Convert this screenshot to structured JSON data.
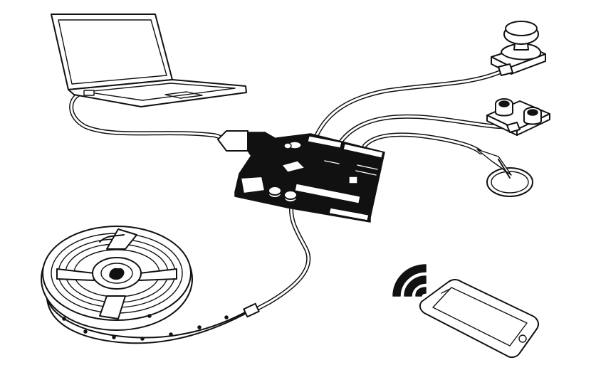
{
  "diagram": {
    "components": [
      {
        "id": "laptop",
        "icon": "laptop-icon"
      },
      {
        "id": "microcontroller-board",
        "icon": "circuit-board-icon"
      },
      {
        "id": "joystick-module",
        "icon": "joystick-icon"
      },
      {
        "id": "ultrasonic-sensor",
        "icon": "ultrasonic-sensor-icon"
      },
      {
        "id": "piezo-sensor",
        "icon": "piezo-disc-icon"
      },
      {
        "id": "led-strip-reel",
        "icon": "led-strip-reel-icon"
      },
      {
        "id": "smartphone",
        "icon": "smartphone-icon"
      },
      {
        "id": "wireless-signal",
        "icon": "wifi-signal-icon"
      }
    ],
    "colors": {
      "line": "#111111",
      "background": "#ffffff",
      "board": "#111111"
    }
  }
}
